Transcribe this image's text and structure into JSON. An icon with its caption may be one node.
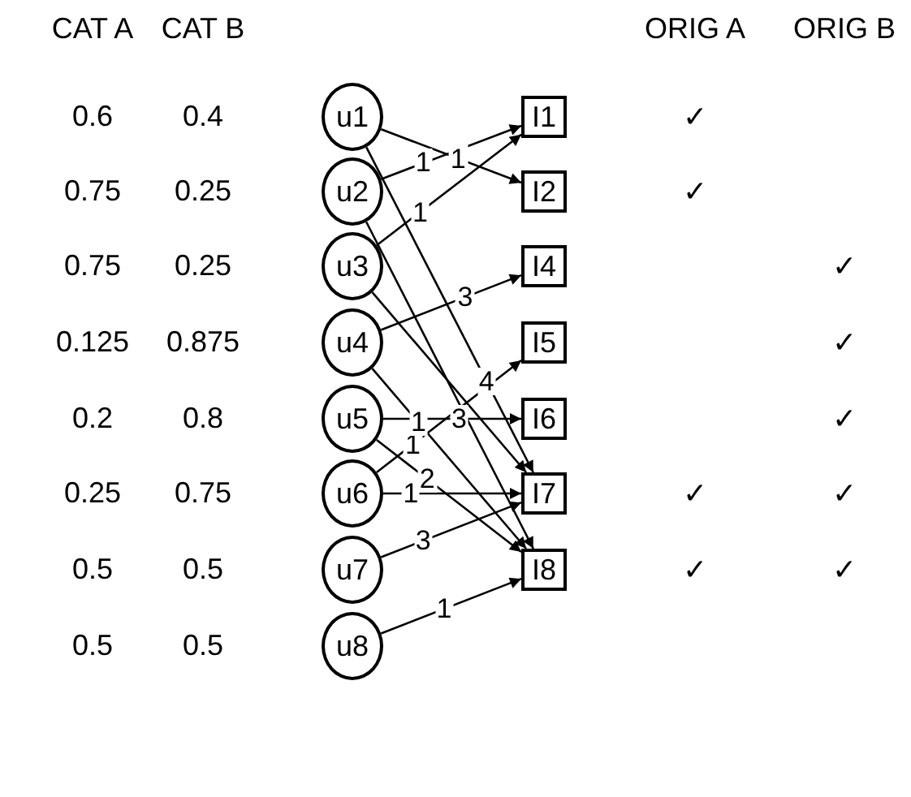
{
  "diagram": {
    "nodes": [
      {
        "text": [
          "u1"
        ]
      },
      {
        "text": [
          "u2"
        ]
      },
      {
        "text": [
          "u3"
        ]
      },
      {
        "text": [
          "u4"
        ]
      },
      {
        "text": [
          "u5"
        ]
      },
      {
        "text": [
          "u6"
        ]
      },
      {
        "text": [
          "u7"
        ]
      },
      {
        "text": [
          "u8"
        ]
      },
      {
        "text": [
          "I1"
        ]
      },
      {
        "text": [
          "I2"
        ]
      },
      {
        "text": [
          "I4"
        ]
      },
      {
        "text": [
          "I5"
        ]
      },
      {
        "text": [
          "I6"
        ]
      },
      {
        "text": [
          "I7"
        ]
      },
      {
        "text": [
          "I8"
        ]
      }
    ],
    "edges": [
      {
        "from": 0,
        "to": 9,
        "arrow": "to",
        "label": "1"
      },
      {
        "from": 1,
        "to": 8,
        "arrow": "to",
        "label": "1"
      },
      {
        "from": 2,
        "to": 8,
        "arrow": "to",
        "label": "1"
      },
      {
        "from": 3,
        "to": 10,
        "arrow": "to",
        "label": "3"
      },
      {
        "from": 0,
        "to": 13,
        "arrow": "to",
        "label": "4"
      },
      {
        "from": 5,
        "to": 11,
        "arrow": "to",
        "label": "1"
      },
      {
        "from": 4,
        "to": 12,
        "arrow": "to",
        "label": "3"
      },
      {
        "from": 4,
        "to": 14,
        "arrow": "to",
        "label": "2"
      },
      {
        "from": 3,
        "to": 14,
        "arrow": "to",
        "label": "1"
      },
      {
        "from": 5,
        "to": 13,
        "arrow": "to",
        "label": "1"
      },
      {
        "from": 6,
        "to": 13,
        "arrow": "to",
        "label": "3"
      },
      {
        "from": 7,
        "to": 14,
        "arrow": "to",
        "label": "1"
      },
      {
        "from": 1,
        "to": 14,
        "arrow": "to"
      },
      {
        "from": 2,
        "to": 13,
        "arrow": "to"
      }
    ],
    "labels": [
      "CAT A",
      "CAT B",
      "ORIG A",
      "ORIG B",
      "0.6",
      "0.4",
      "✓",
      "0.75",
      "0.25",
      "✓",
      "0.75",
      "0.25",
      "✓",
      "0.125",
      "0.875",
      "✓",
      "0.2",
      "0.8",
      "✓",
      "0.25",
      "0.75",
      "✓",
      "✓",
      "0.5",
      "0.5",
      "✓",
      "✓",
      "0.5",
      "0.5"
    ]
  }
}
